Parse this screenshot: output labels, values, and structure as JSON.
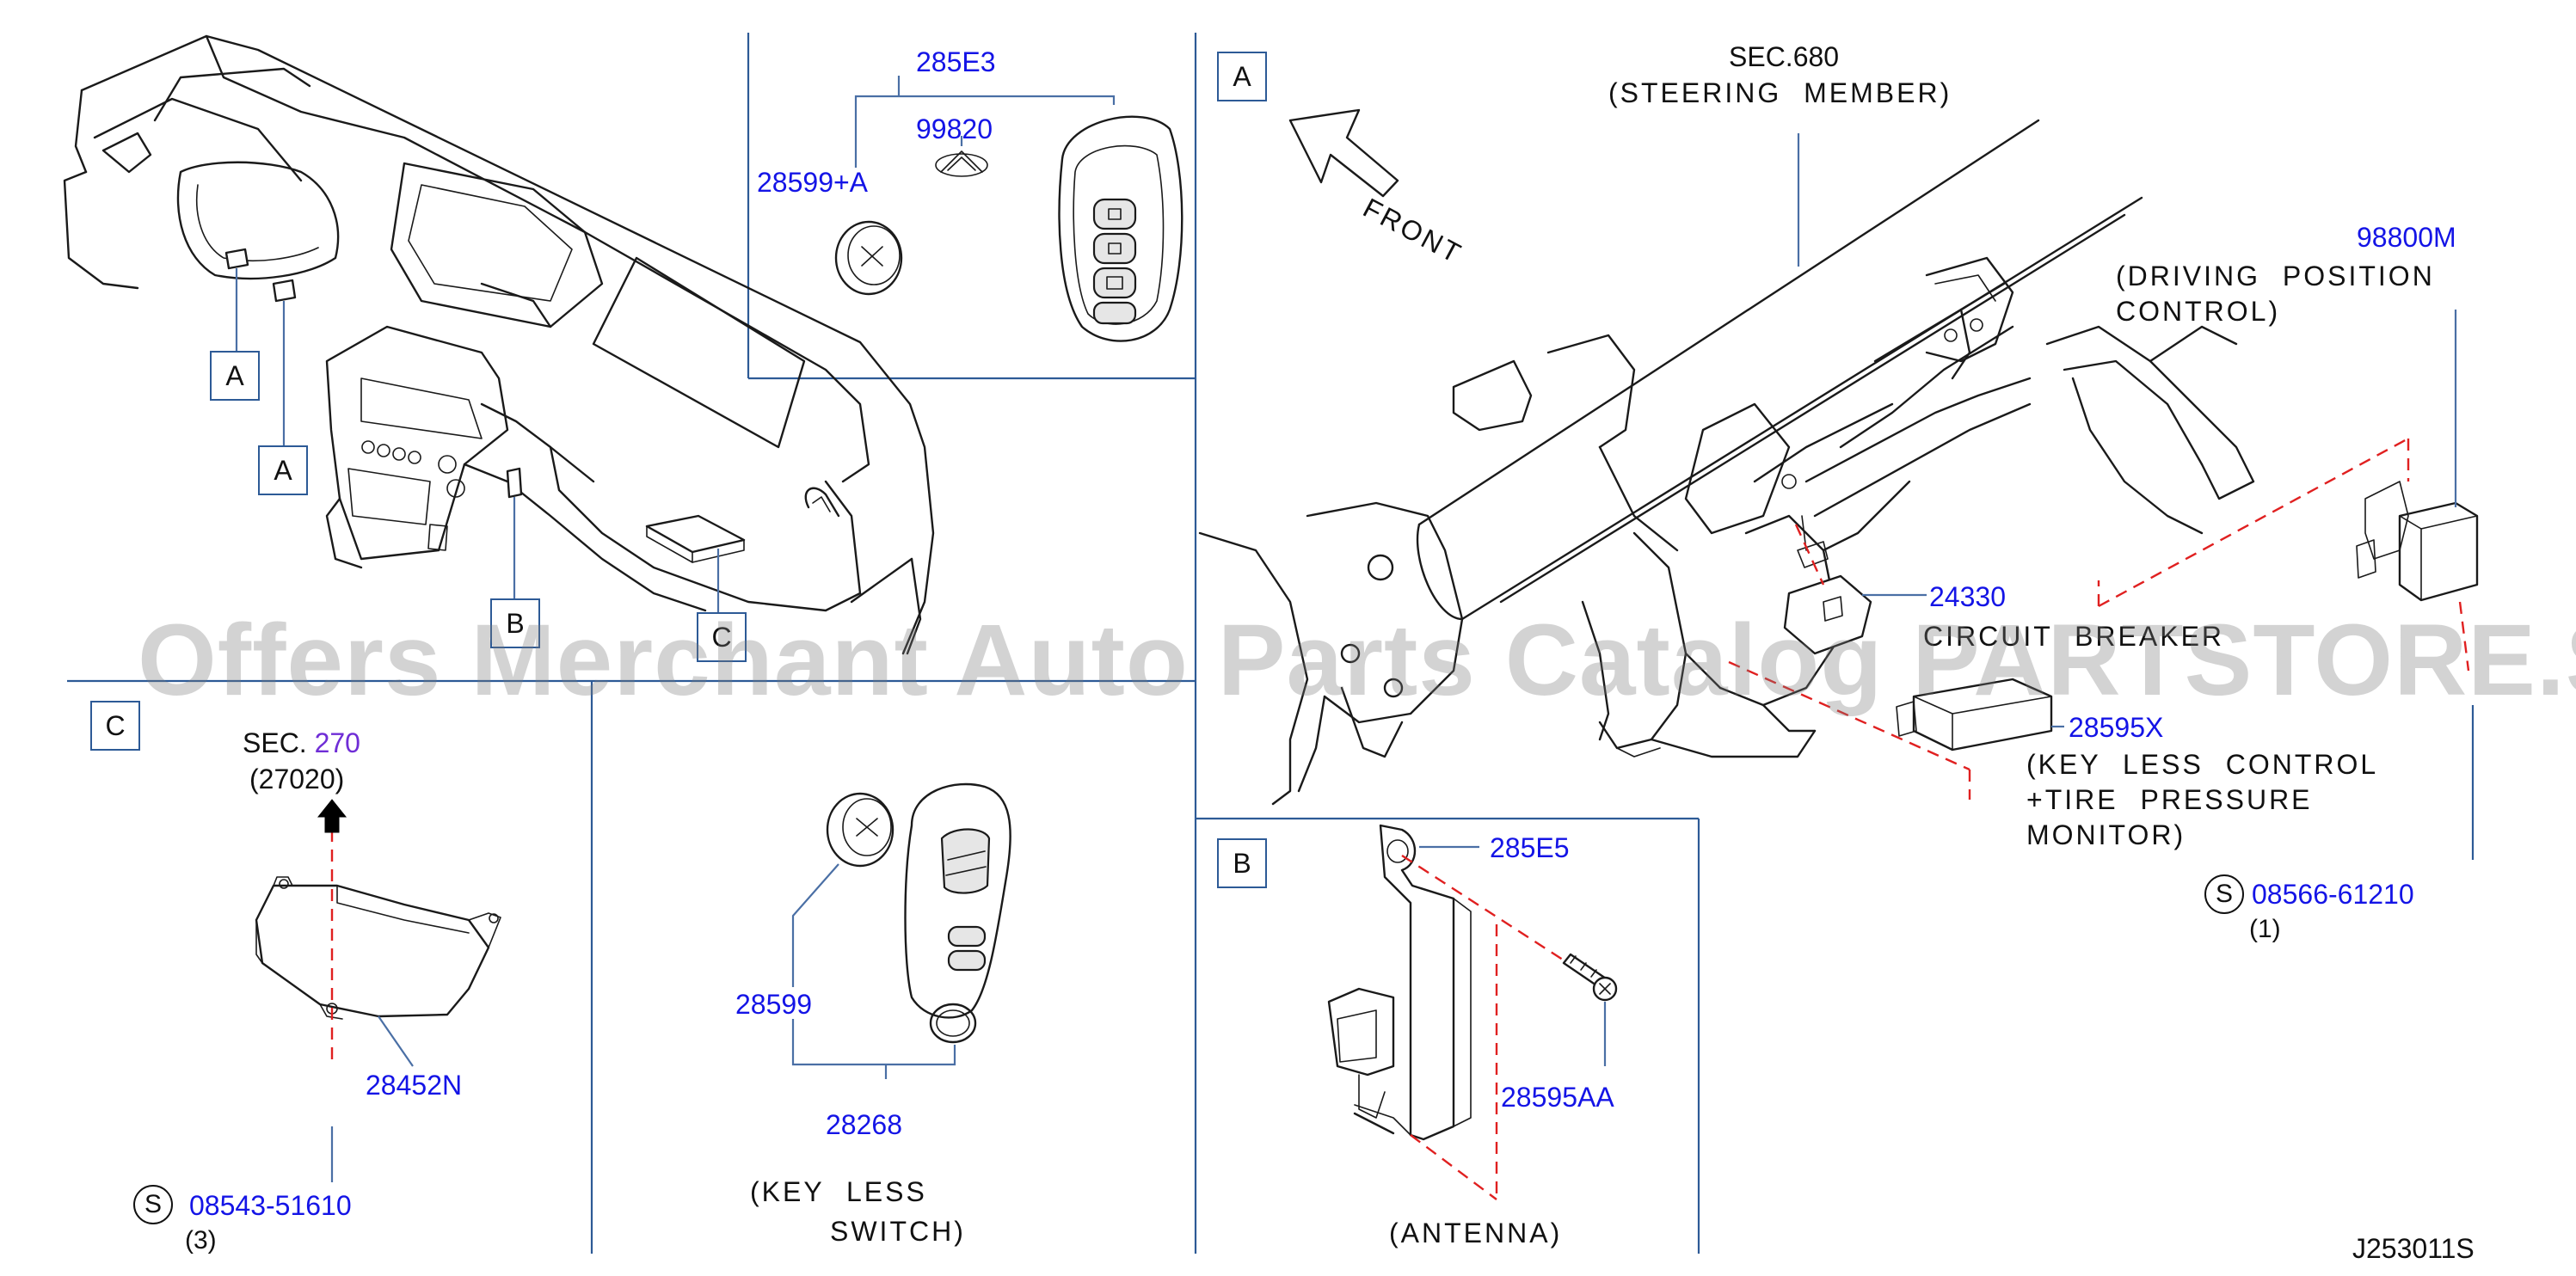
{
  "sections": {
    "A": "A",
    "B": "B",
    "C": "C"
  },
  "callouts": {
    "dash_a1": "A",
    "dash_a2": "A",
    "dash_b": "B",
    "dash_c": "C"
  },
  "top_center": {
    "part_285e3": "285E3",
    "part_99820": "99820",
    "part_28599a": "28599+A"
  },
  "section_a": {
    "sec_label": "SEC.680",
    "sec_desc": "(STEERING MEMBER)",
    "front_label": "FRONT",
    "part_98800m": "98800M",
    "driving_desc_1": "(DRIVING POSITION",
    "driving_desc_2": "CONTROL)",
    "part_24330": "24330",
    "circuit_breaker": "CIRCUIT BREAKER",
    "part_28595x": "28595X",
    "keyless_desc_1": "(KEY LESS CONTROL",
    "keyless_desc_2": "+TIRE PRESSURE",
    "keyless_desc_3": "MONITOR)",
    "screw_symbol": "S",
    "screw_part": "08566-61210",
    "screw_qty": "(1)"
  },
  "section_c": {
    "sec_prefix": "SEC.",
    "sec_number": "270",
    "sec_sub": "(27020)",
    "part_28452n": "28452N",
    "screw_symbol": "S",
    "screw_part": "08543-51610",
    "screw_qty": "(3)"
  },
  "keyless_switch": {
    "part_28599": "28599",
    "part_28268": "28268",
    "desc_1": "(KEY LESS",
    "desc_2": "SWITCH)"
  },
  "section_b": {
    "part_285e5": "285E5",
    "part_28595aa": "28595AA",
    "desc": "(ANTENNA)"
  },
  "diagram_code": "J253011S",
  "watermark": "Offers Merchant Auto Parts Catalog PARTSTORE.SA",
  "colors": {
    "part_number": "#1414e6",
    "section_ref": "#6f2dd6",
    "divider": "#2d5a96",
    "leader": "#4a6fa5",
    "dashed": "#e02020",
    "arrow": "#000000"
  }
}
